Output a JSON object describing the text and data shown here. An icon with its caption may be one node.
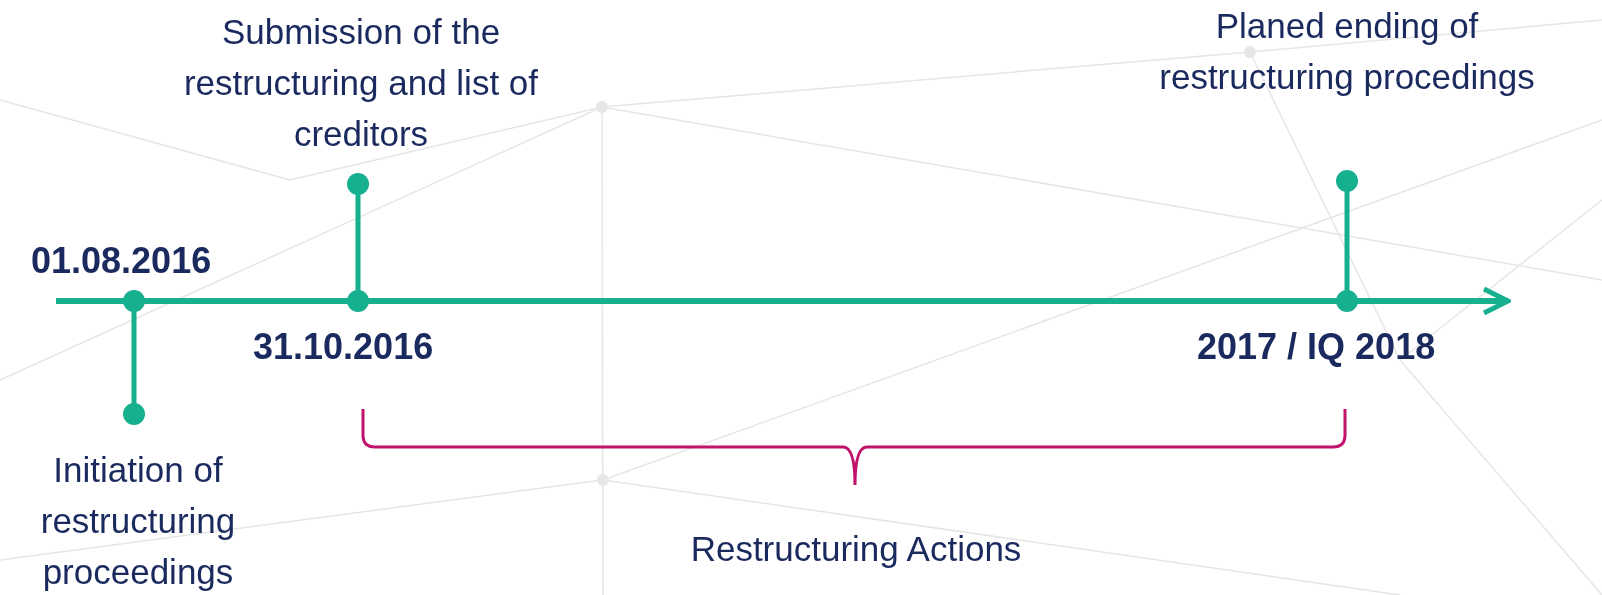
{
  "diagram": {
    "labels": [
      "Submission of the restructuring and list of creditors",
      "Planed ending of restructuring procedings",
      "01.08.2016",
      "31.10.2016",
      "2017 / IQ 2018",
      "Initiation of restructuring proceedings",
      "Restructuring Actions"
    ]
  }
}
